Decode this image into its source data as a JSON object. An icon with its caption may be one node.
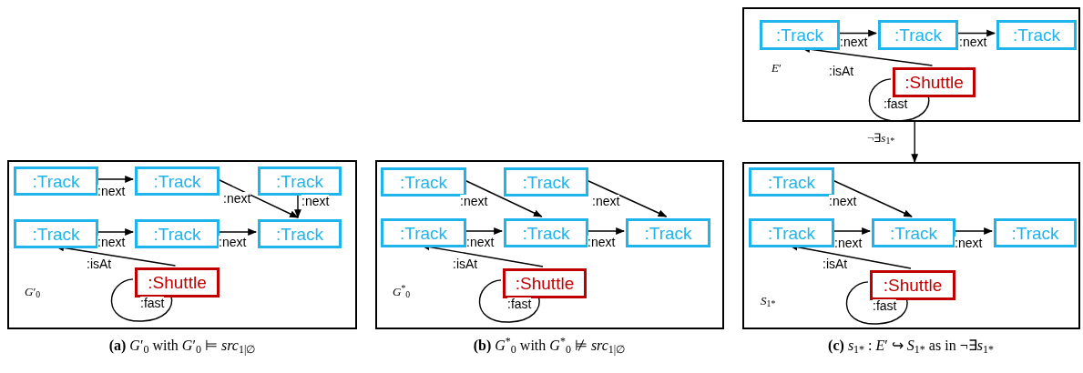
{
  "diagram": {
    "nodes": [
      {
        "text": [
          "*G*′$_{0}$"
        ],
        "beside": [
          "**(a)** *G*′$_{0}$ with *G*′$_{0}$ ⊨ *src*$_{1|∅}$"
        ]
      },
      {
        "text": [
          ":Track"
        ],
        "in": 0
      },
      {
        "text": [
          ":Track"
        ],
        "in": 0
      },
      {
        "text": [
          ":Track"
        ],
        "in": 0
      },
      {
        "text": [
          ":Track"
        ],
        "in": 0
      },
      {
        "text": [
          ":Track"
        ],
        "in": 0
      },
      {
        "text": [
          ":Track"
        ],
        "in": 0
      },
      {
        "text": [
          ":Shuttle"
        ],
        "in": 0
      },
      {
        "text": [
          "*G*$^{*}$$_{0}$"
        ],
        "beside": [
          "**(b)** *G*$^{*}$$_{0}$ with *G*$^{*}$$_{0}$ ⊭ *src*$_{1|∅}$"
        ]
      },
      {
        "text": [
          ":Track"
        ],
        "in": 8
      },
      {
        "text": [
          ":Track"
        ],
        "in": 8
      },
      {
        "text": [
          ":Track"
        ],
        "in": 8
      },
      {
        "text": [
          ":Track"
        ],
        "in": 8
      },
      {
        "text": [
          ":Track"
        ],
        "in": 8
      },
      {
        "text": [
          ":Shuttle"
        ],
        "in": 8
      },
      {
        "text": [
          "*E*′"
        ]
      },
      {
        "text": [
          ":Track"
        ],
        "in": 15
      },
      {
        "text": [
          ":Track"
        ],
        "in": 15
      },
      {
        "text": [
          ":Track"
        ],
        "in": 15
      },
      {
        "text": [
          ":Shuttle"
        ],
        "in": 15
      },
      {
        "text": [
          "*S*$_{1*}$"
        ],
        "beside": [
          "**(c)** *s*$_{1*}$ : *E*′ ↪ *S*$_{1*}$ as in ¬∃*s*$_{1*}$"
        ]
      },
      {
        "text": [
          ":Track"
        ],
        "in": 20
      },
      {
        "text": [
          ":Track"
        ],
        "in": 20
      },
      {
        "text": [
          ":Track"
        ],
        "in": 20
      },
      {
        "text": [
          ":Track"
        ],
        "in": 20
      },
      {
        "text": [
          ":Shuttle"
        ],
        "in": 20
      }
    ],
    "edges": [
      {
        "from": 1,
        "to": 2,
        "arrow": "to",
        "label": ":next"
      },
      {
        "from": 2,
        "to": 6,
        "arrow": "to",
        "label": ":next"
      },
      {
        "from": 3,
        "to": 6,
        "arrow": "to",
        "label": ":next"
      },
      {
        "from": 4,
        "to": 5,
        "arrow": "to",
        "label": ":next"
      },
      {
        "from": 5,
        "to": 6,
        "arrow": "to",
        "label": ":next"
      },
      {
        "from": 7,
        "to": 4,
        "arrow": "to",
        "label": ":isAt"
      },
      {
        "from": 7,
        "to": 7,
        "arrow": "none",
        "label": ":fast"
      },
      {
        "from": 9,
        "to": 12,
        "arrow": "to",
        "label": ":next"
      },
      {
        "from": 10,
        "to": 13,
        "arrow": "to",
        "label": ":next"
      },
      {
        "from": 11,
        "to": 12,
        "arrow": "to",
        "label": ":next"
      },
      {
        "from": 12,
        "to": 13,
        "arrow": "to",
        "label": ":next"
      },
      {
        "from": 14,
        "to": 11,
        "arrow": "to",
        "label": ":isAt"
      },
      {
        "from": 14,
        "to": 14,
        "arrow": "none",
        "label": ":fast"
      },
      {
        "from": 16,
        "to": 17,
        "arrow": "to",
        "label": ":next"
      },
      {
        "from": 17,
        "to": 18,
        "arrow": "to",
        "label": ":next"
      },
      {
        "from": 19,
        "to": 16,
        "arrow": "to",
        "label": ":isAt"
      },
      {
        "from": 19,
        "to": 19,
        "arrow": "none",
        "label": ":fast"
      },
      {
        "from": 15,
        "to": 20,
        "arrow": "to",
        "label": "¬∃*s*$_{1*}$"
      },
      {
        "from": 21,
        "to": 23,
        "arrow": "to",
        "label": ":next"
      },
      {
        "from": 22,
        "to": 23,
        "arrow": "to",
        "label": ":next"
      },
      {
        "from": 23,
        "to": 24,
        "arrow": "to",
        "label": ":next"
      },
      {
        "from": 25,
        "to": 22,
        "arrow": "to",
        "label": ":isAt"
      },
      {
        "from": 25,
        "to": 25,
        "arrow": "none",
        "label": ":fast"
      }
    ]
  }
}
